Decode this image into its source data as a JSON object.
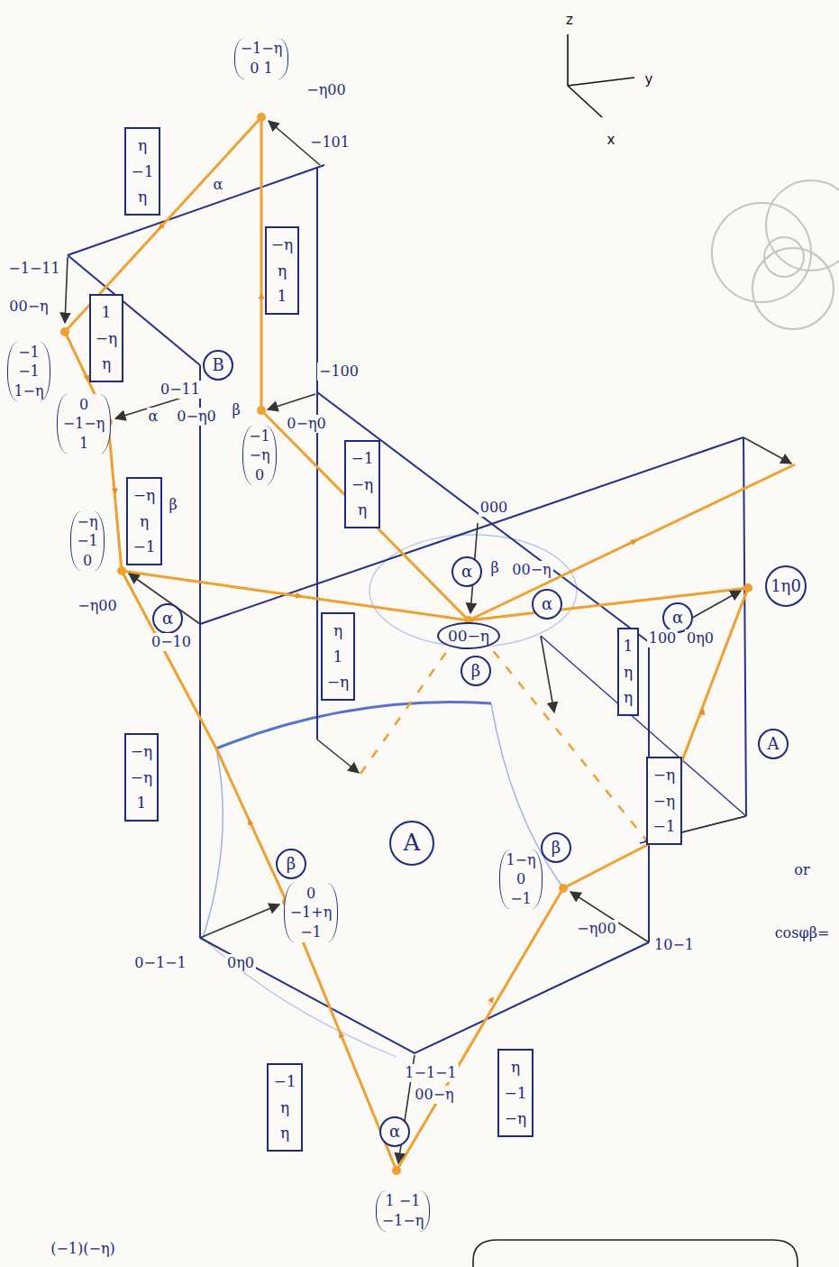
{
  "diagram": {
    "nodes": [
      {
        "text": [
          "η −1 η"
        ]
      },
      {
        "text": [
          "B"
        ]
      },
      {
        "text": [
          "1 −η η"
        ]
      },
      {
        "text": [
          "−η η 1"
        ]
      },
      {
        "text": [
          "−1 −η η"
        ]
      },
      {
        "text": [
          "−η η −1"
        ]
      },
      {
        "text": [
          "α"
        ]
      },
      {
        "text": [
          "α"
        ]
      },
      {
        "text": [
          "α"
        ]
      },
      {
        "text": [
          "α"
        ]
      },
      {
        "text": [
          "1η0"
        ]
      },
      {
        "text": [
          "00−η"
        ]
      },
      {
        "text": [
          "β"
        ]
      },
      {
        "text": [
          "1 η η"
        ]
      },
      {
        "text": [
          "η 1 −η"
        ]
      },
      {
        "text": [
          "A"
        ]
      },
      {
        "text": [
          "−η −η 1"
        ]
      },
      {
        "text": [
          "−η −η −1"
        ]
      },
      {
        "text": [
          "A"
        ]
      },
      {
        "text": [
          "β"
        ]
      },
      {
        "text": [
          "β"
        ]
      },
      {
        "text": [
          "−1 η η"
        ]
      },
      {
        "text": [
          "η −1 −η"
        ]
      },
      {
        "text": [
          "α"
        ]
      }
    ],
    "labels": [
      "z",
      "y",
      "x",
      "−1−η 0 1",
      "−η00",
      "−101",
      "α",
      "−1−11",
      "00−η",
      "−1 −1 1−η",
      "0−11",
      "0 −1−η 1",
      "α",
      "0−η0",
      "−100",
      "β",
      "0−η0",
      "−1 −η 0",
      "−η −1 0",
      "β",
      "−η00",
      "0−10",
      "000",
      "β",
      "00−η",
      "100",
      "0η0",
      "or",
      "cosφβ=",
      "0 −1+η −1",
      "1−η 0 −1",
      "−η00",
      "10−1",
      "0−1−1",
      "0η0",
      "1−1−1",
      "00−η",
      "1 −1 −1−η",
      "(−1)(−η)"
    ]
  }
}
